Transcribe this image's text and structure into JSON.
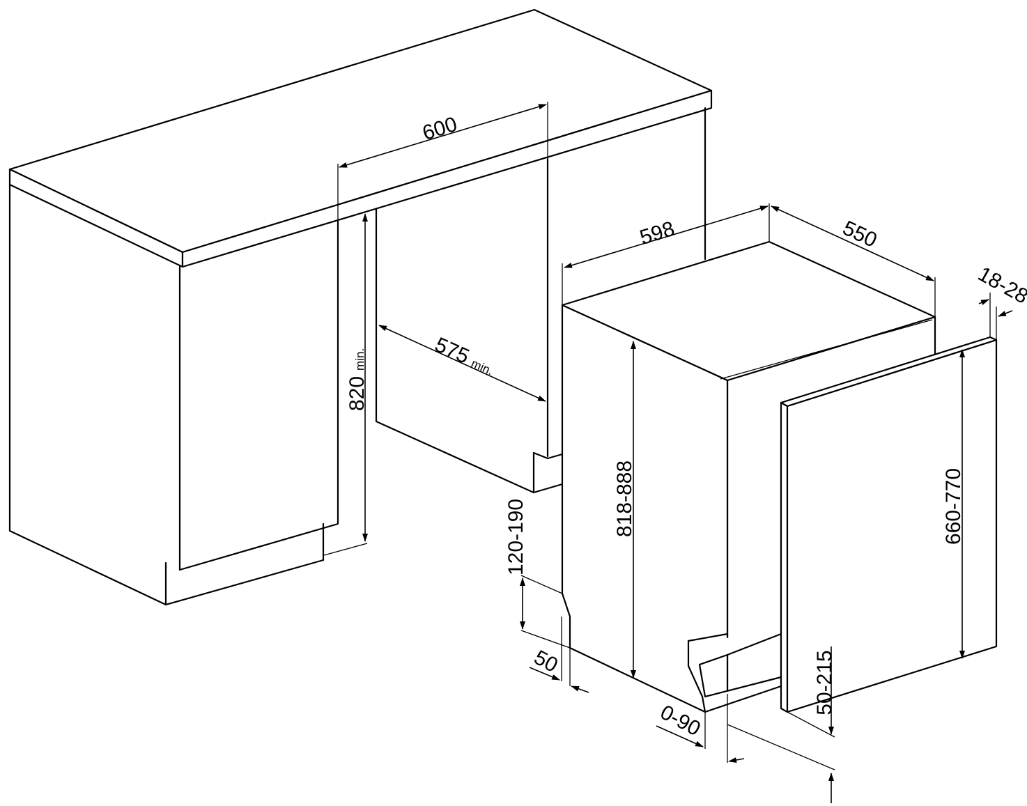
{
  "colors": {
    "line": "#000000",
    "background": "#ffffff"
  },
  "dimensions": {
    "cabinet_top_width": "600",
    "niche_depth": "575",
    "niche_depth_qualifier": "min.",
    "niche_height": "820",
    "niche_height_qualifier": "min.",
    "appliance_width": "598",
    "appliance_depth": "550",
    "panel_thickness": "18-28",
    "appliance_height": "818-888",
    "plinth_height": "120-190",
    "plinth_setback": "50",
    "plinth_offset": "0-90",
    "door_panel_height": "660-770",
    "panel_lift": "50-215"
  }
}
